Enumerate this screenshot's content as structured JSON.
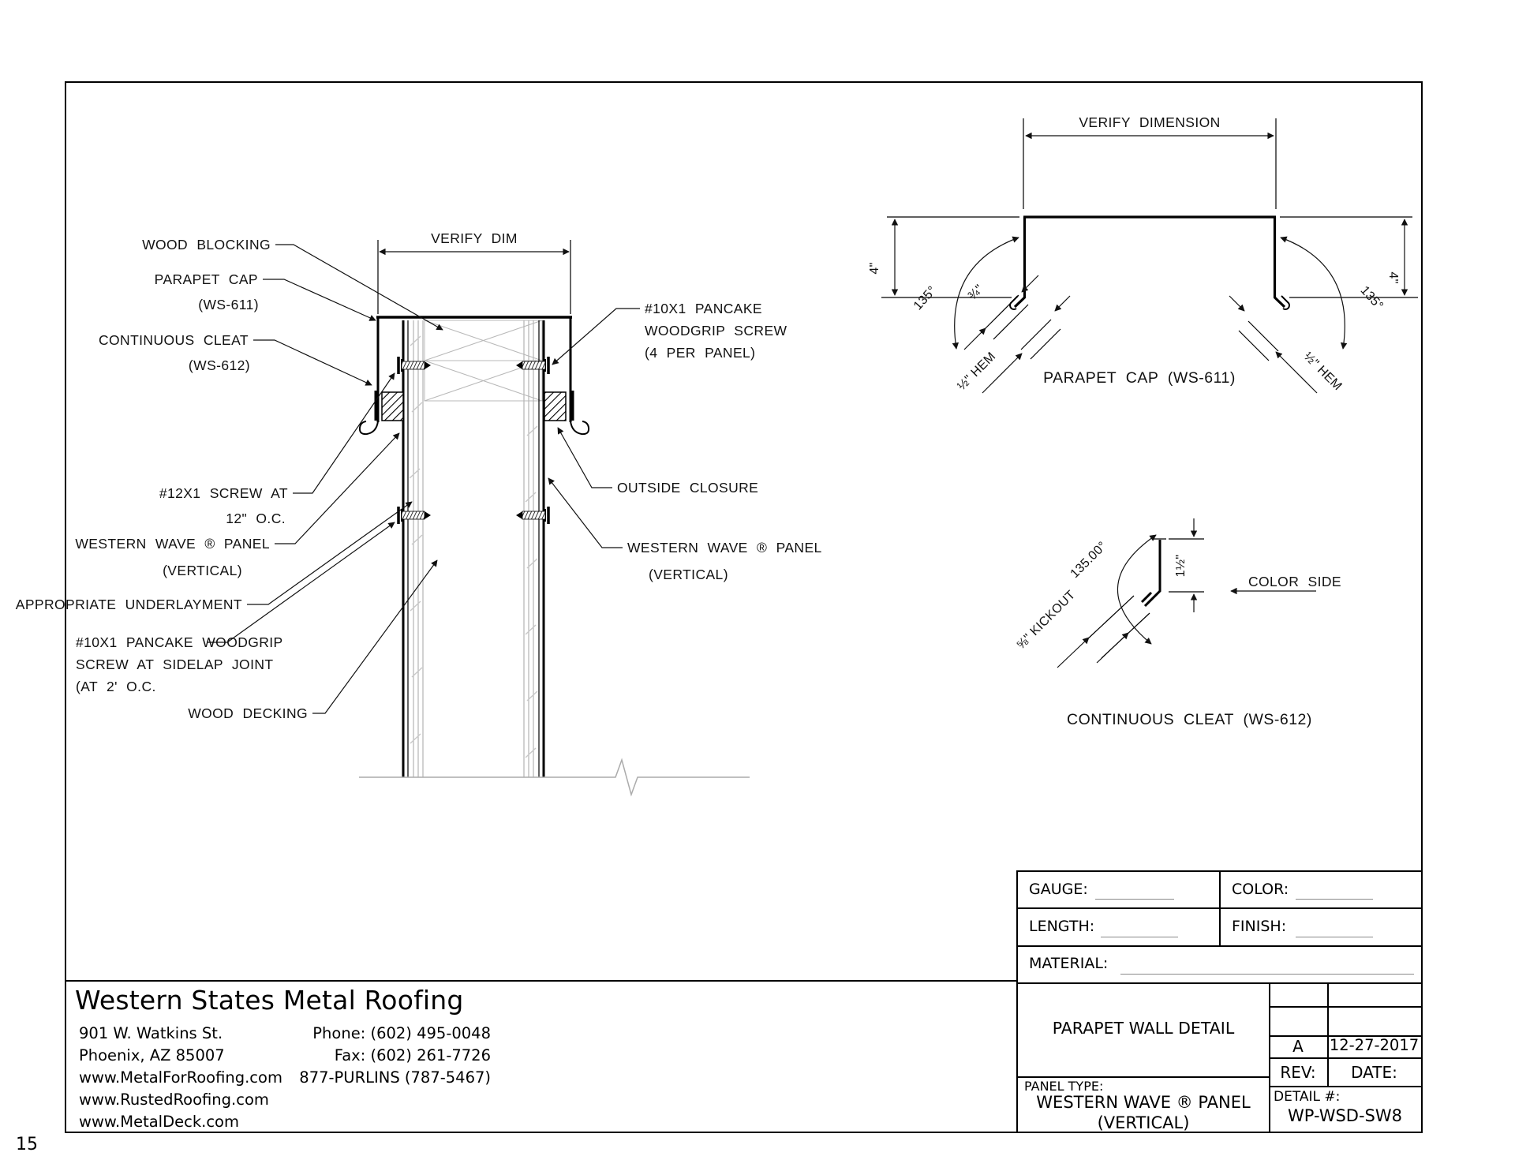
{
  "page_number": "15",
  "left_detail": {
    "dim_label": "VERIFY DIM",
    "wood_blocking": "WOOD BLOCKING",
    "parapet_cap": [
      "PARAPET CAP",
      "(WS-611)"
    ],
    "continuous_cleat": [
      "CONTINUOUS CLEAT",
      "(WS-612)"
    ],
    "screw_12x1": [
      "#12X1 SCREW AT",
      "12\" O.C."
    ],
    "panel_left": [
      "WESTERN WAVE ® PANEL",
      "(VERTICAL)"
    ],
    "underlayment": "APPROPRIATE UNDERLAYMENT",
    "screw_10x1_left": [
      "#10X1 PANCAKE WOODGRIP",
      "SCREW AT SIDELAP JOINT",
      "(AT 2' O.C."
    ],
    "wood_decking": "WOOD DECKING",
    "screw_10x1_right": [
      "#10X1 PANCAKE",
      "WOODGRIP SCREW",
      "(4 PER PANEL)"
    ],
    "outside_closure": "OUTSIDE CLOSURE",
    "panel_right": [
      "WESTERN WAVE ® PANEL",
      "(VERTICAL)"
    ]
  },
  "cap_profile": {
    "dim_label": "VERIFY DIMENSION",
    "height_left": "4\"",
    "height_right": "4\"",
    "angle_left": "135°",
    "angle_right": "135°",
    "offset": "¾\"",
    "hem_left": "½\" HEM",
    "hem_right": "½\" HEM",
    "caption": "PARAPET CAP (WS-611)"
  },
  "cleat_profile": {
    "kickout": "⅝\" KICKOUT",
    "angle": "135.00°",
    "height": "1½\"",
    "color_side": "COLOR SIDE",
    "caption": "CONTINUOUS CLEAT (WS-612)"
  },
  "title_block": {
    "gauge_label": "GAUGE:",
    "color_label": "COLOR:",
    "length_label": "LENGTH:",
    "finish_label": "FINISH:",
    "material_label": "MATERIAL:",
    "detail_title": "PARAPET WALL DETAIL",
    "panel_type_label": "PANEL TYPE:",
    "panel_type": [
      "WESTERN WAVE ® PANEL",
      "(VERTICAL)"
    ],
    "rev_value": "A",
    "date_value": "12-27-2017",
    "rev_label": "REV:",
    "date_label": "DATE:",
    "detail_label": "DETAIL #:",
    "detail_value": "WP-WSD-SW8"
  },
  "company": {
    "name": "Western States Metal Roofing",
    "address": [
      "901 W. Watkins St.",
      "Phoenix, AZ 85007",
      "www.MetalForRoofing.com",
      "www.RustedRoofing.com",
      "www.MetalDeck.com"
    ],
    "contact": [
      "Phone: (602) 495-0048",
      "Fax: (602) 261-7726",
      "877-PURLINS (787-5467)"
    ]
  }
}
